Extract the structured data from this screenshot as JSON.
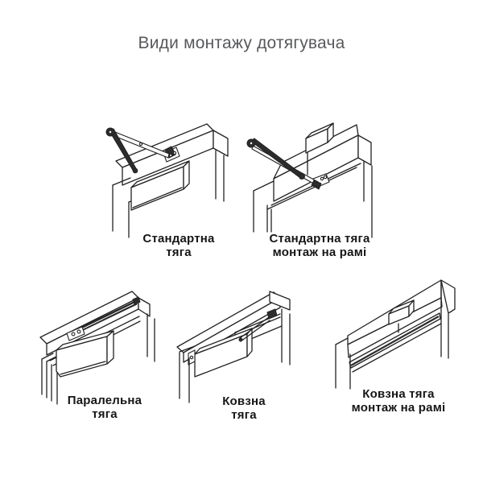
{
  "title": "Види монтажу дотягувача",
  "figures": [
    {
      "id": "standard-arm",
      "label": "Стандартна\nтяга"
    },
    {
      "id": "standard-arm-frame-mount",
      "label": "Стандартна тяга\nмонтаж на рамі"
    },
    {
      "id": "parallel-arm",
      "label": "Паралельна\nтяга"
    },
    {
      "id": "slide-arm",
      "label": "Ковзна\nтяга"
    },
    {
      "id": "slide-arm-frame-mount",
      "label": "Ковзна тяга\nмонтаж на рамі"
    }
  ],
  "colors": {
    "title": "#58595c",
    "label": "#161616",
    "line": "#222222"
  }
}
